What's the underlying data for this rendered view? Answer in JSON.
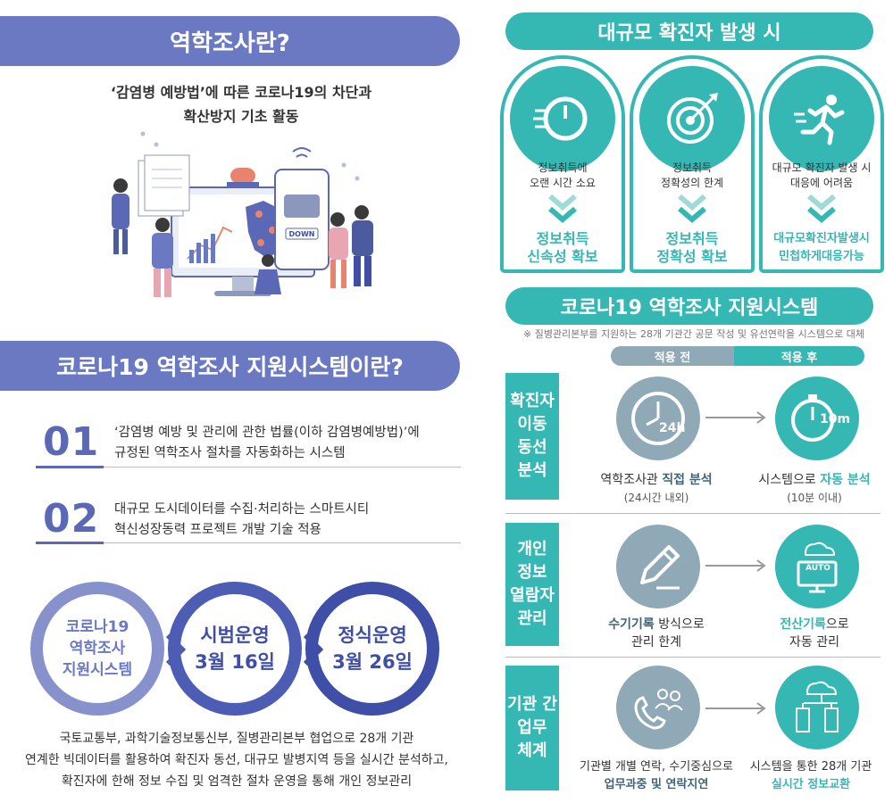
{
  "left": {
    "section1": {
      "title": "역학조사란?",
      "desc_line1": "‘감염병 예방법’에 따른 코로나19의 차단과",
      "desc_line2": "확산방지 기초 활동",
      "illustration_label": "DOWN"
    },
    "section2": {
      "title": "코로나19 역학조사 지원시스템이란?",
      "items": [
        {
          "num": "01",
          "line1": "‘감염병 예방 및 관리에 관한 법률(이하 감염병예방법)’에",
          "line2": "규정된 역학조사 절차를 자동화하는 시스템"
        },
        {
          "num": "02",
          "line1": "대규모 도시데이터를 수집·처리하는 스마트시티",
          "line2": "혁신성장동력 프로젝트 개발 기술 적용"
        }
      ]
    },
    "timeline": {
      "c1": {
        "l1": "코로나19",
        "l2": "역학조사",
        "l3": "지원시스템"
      },
      "c2": {
        "l1": "시범운영",
        "l2": "3월 16일"
      },
      "c3": {
        "l1": "정식운영",
        "l2": "3월 26일"
      }
    },
    "footer": {
      "line1": "국토교통부, 과학기술정보통신부,  질병관리본부 협업으로 28개 기관",
      "line2": "연계한 빅데이터를 활용하여 확진자 동선, 대규모 발병지역 등을 실시간 분석하고,",
      "line3": "확진자에 한해 정보 수집 및 엄격한 절차 운영을 통해 개인 정보관리"
    }
  },
  "right": {
    "section1": {
      "title": "대규모 확진자 발생 시",
      "cards": [
        {
          "icon": "speedometer-icon",
          "text1": "정보취득에",
          "text2": "오랜 시간 소요",
          "bold1": "정보취득",
          "bold2": "신속성 확보"
        },
        {
          "icon": "target-icon",
          "text1": "정보취득",
          "text2": "정확성의 한계",
          "bold1": "정보취득",
          "bold2": "정확성 확보"
        },
        {
          "icon": "runner-icon",
          "text1": "대규모 확진자 발생 시",
          "text2": "대응에 어려움",
          "bold1": "대규모확진자발생시",
          "bold2": "민첩하게대응가능"
        }
      ]
    },
    "section2": {
      "title": "코로나19 역학조사 지원시스템",
      "note": "※ 질병관리본부를 지원하는 28개 기관간 공문 작성 및 유선연락을 시스템으로 대체",
      "before_label": "적용 전",
      "after_label": "적용 후",
      "rows": [
        {
          "label": [
            "확진자",
            "이동",
            "동선",
            "분석"
          ],
          "before_icon_text": "24h",
          "before_a": "역학조사관 ",
          "before_b": "직접 분석",
          "before_sub": "(24시간 내외)",
          "after_icon_text": "10m",
          "after_a": "시스템으로 ",
          "after_b": "자동 분석",
          "after_sub": "(10분 이내)"
        },
        {
          "label": [
            "개인",
            "정보",
            "열람자",
            "관리"
          ],
          "before_a": "수기기록",
          "before_b": " 방식으로",
          "before_c": "관리 한계",
          "after_icon_text": "AUTO",
          "after_a": "전산기록",
          "after_b": "으로",
          "after_c": "자동 관리"
        },
        {
          "label": [
            "기관 간",
            "업무",
            "체계"
          ],
          "before_a": "기관별 개별 연락, 수기중심으로",
          "before_b": "업무과중 및 연락지연",
          "after_a": "시스템을 통한 28개 기관",
          "after_b": "실시간 정보교환"
        }
      ]
    }
  },
  "colors": {
    "purple": "#6a79c2",
    "teal": "#35b7b3",
    "gray_blue": "#8fa9b6",
    "navy": "#3f4ea6"
  }
}
